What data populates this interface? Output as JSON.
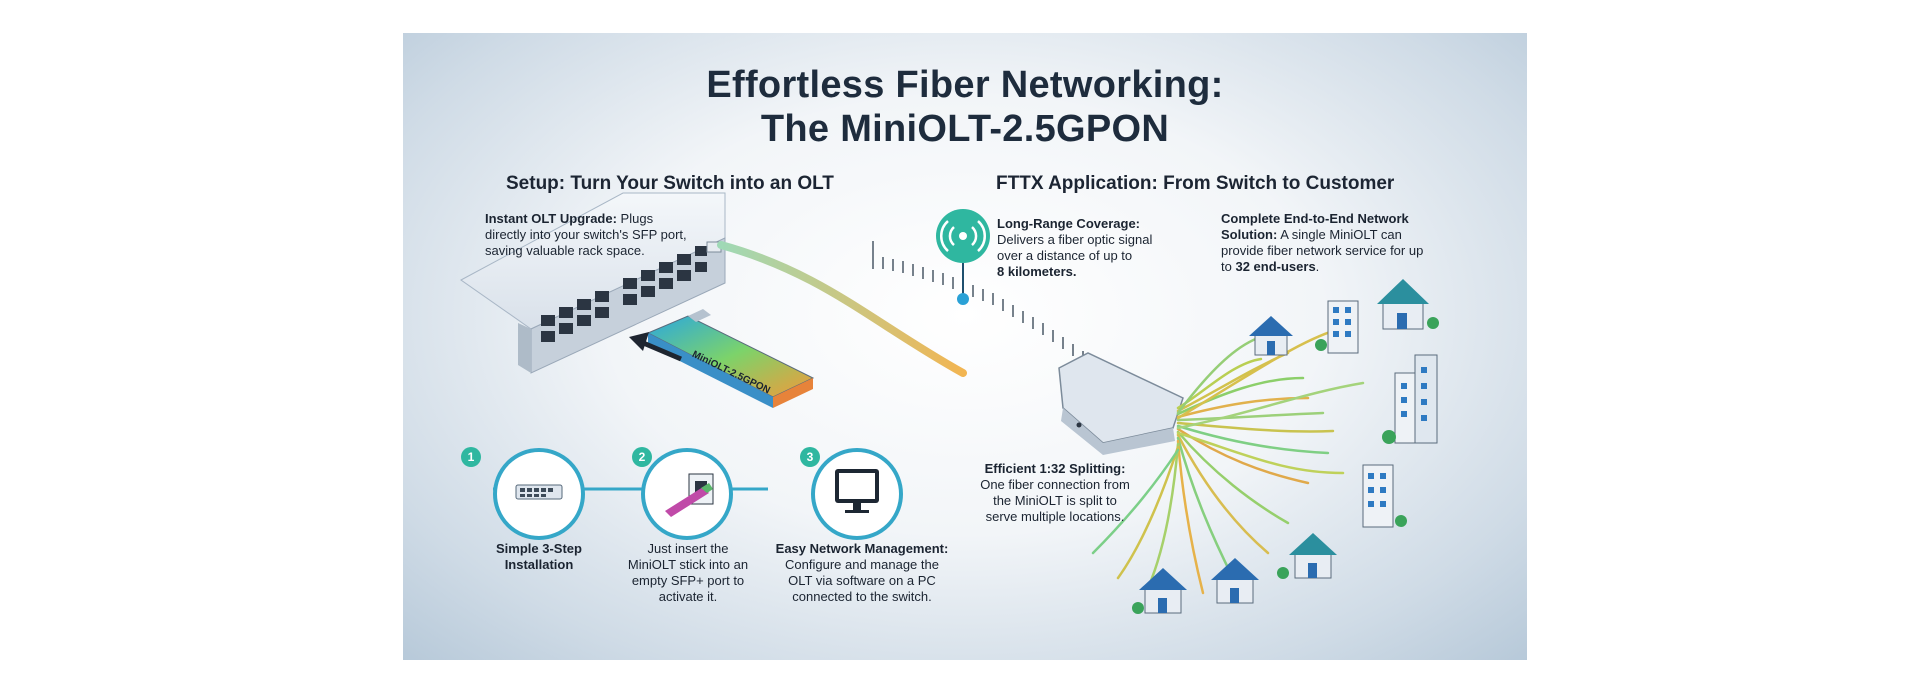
{
  "title": {
    "line1": "Effortless Fiber Networking:",
    "line2": "The MiniOLT-2.5GPON"
  },
  "setup": {
    "heading": "Setup: Turn Your Switch into an OLT",
    "instant": {
      "label": "Instant OLT Upgrade:",
      "text1": " Plugs",
      "text2": "directly into your switch's SFP port,",
      "text3": "saving valuable rack space."
    },
    "module_label": "MiniOLT-2.5GPON"
  },
  "steps": [
    {
      "number": "1",
      "title1": "Simple 3-Step",
      "title2": "Installation",
      "icon": "switch-icon"
    },
    {
      "number": "2",
      "line1": "Just insert the",
      "line2": "MiniOLT stick into an",
      "line3": "empty SFP+ port to",
      "line4": "activate it.",
      "icon": "sfp-insert-icon"
    },
    {
      "number": "3",
      "title": "Easy Network Management:",
      "line1": "Configure and manage the",
      "line2": "OLT via software on a PC",
      "line3": "connected to the switch.",
      "icon": "monitor-icon"
    }
  ],
  "fttx": {
    "heading": "FTTX Application: From Switch to Customer",
    "coverage": {
      "label": "Long-Range Coverage:",
      "line1": "Delivers a fiber optic signal",
      "line2": "over a distance of up to",
      "line3": "8 kilometers."
    },
    "end_to_end": {
      "label1": "Complete End-to-End Network",
      "label2": "Solution:",
      "text1": " A single MiniOLT can",
      "line2": "provide fiber network service for up",
      "line3_pre": "to ",
      "line3_bold": "32 end-users",
      "line3_post": "."
    },
    "splitting": {
      "label": "Efficient 1:32 Splitting:",
      "line1": "One fiber connection from",
      "line2": "the MiniOLT is split to",
      "line3": "serve multiple locations."
    }
  },
  "colors": {
    "accent_teal": "#2fb7a0",
    "accent_blue": "#35a7c8",
    "text_dark": "#1e2c3d"
  }
}
